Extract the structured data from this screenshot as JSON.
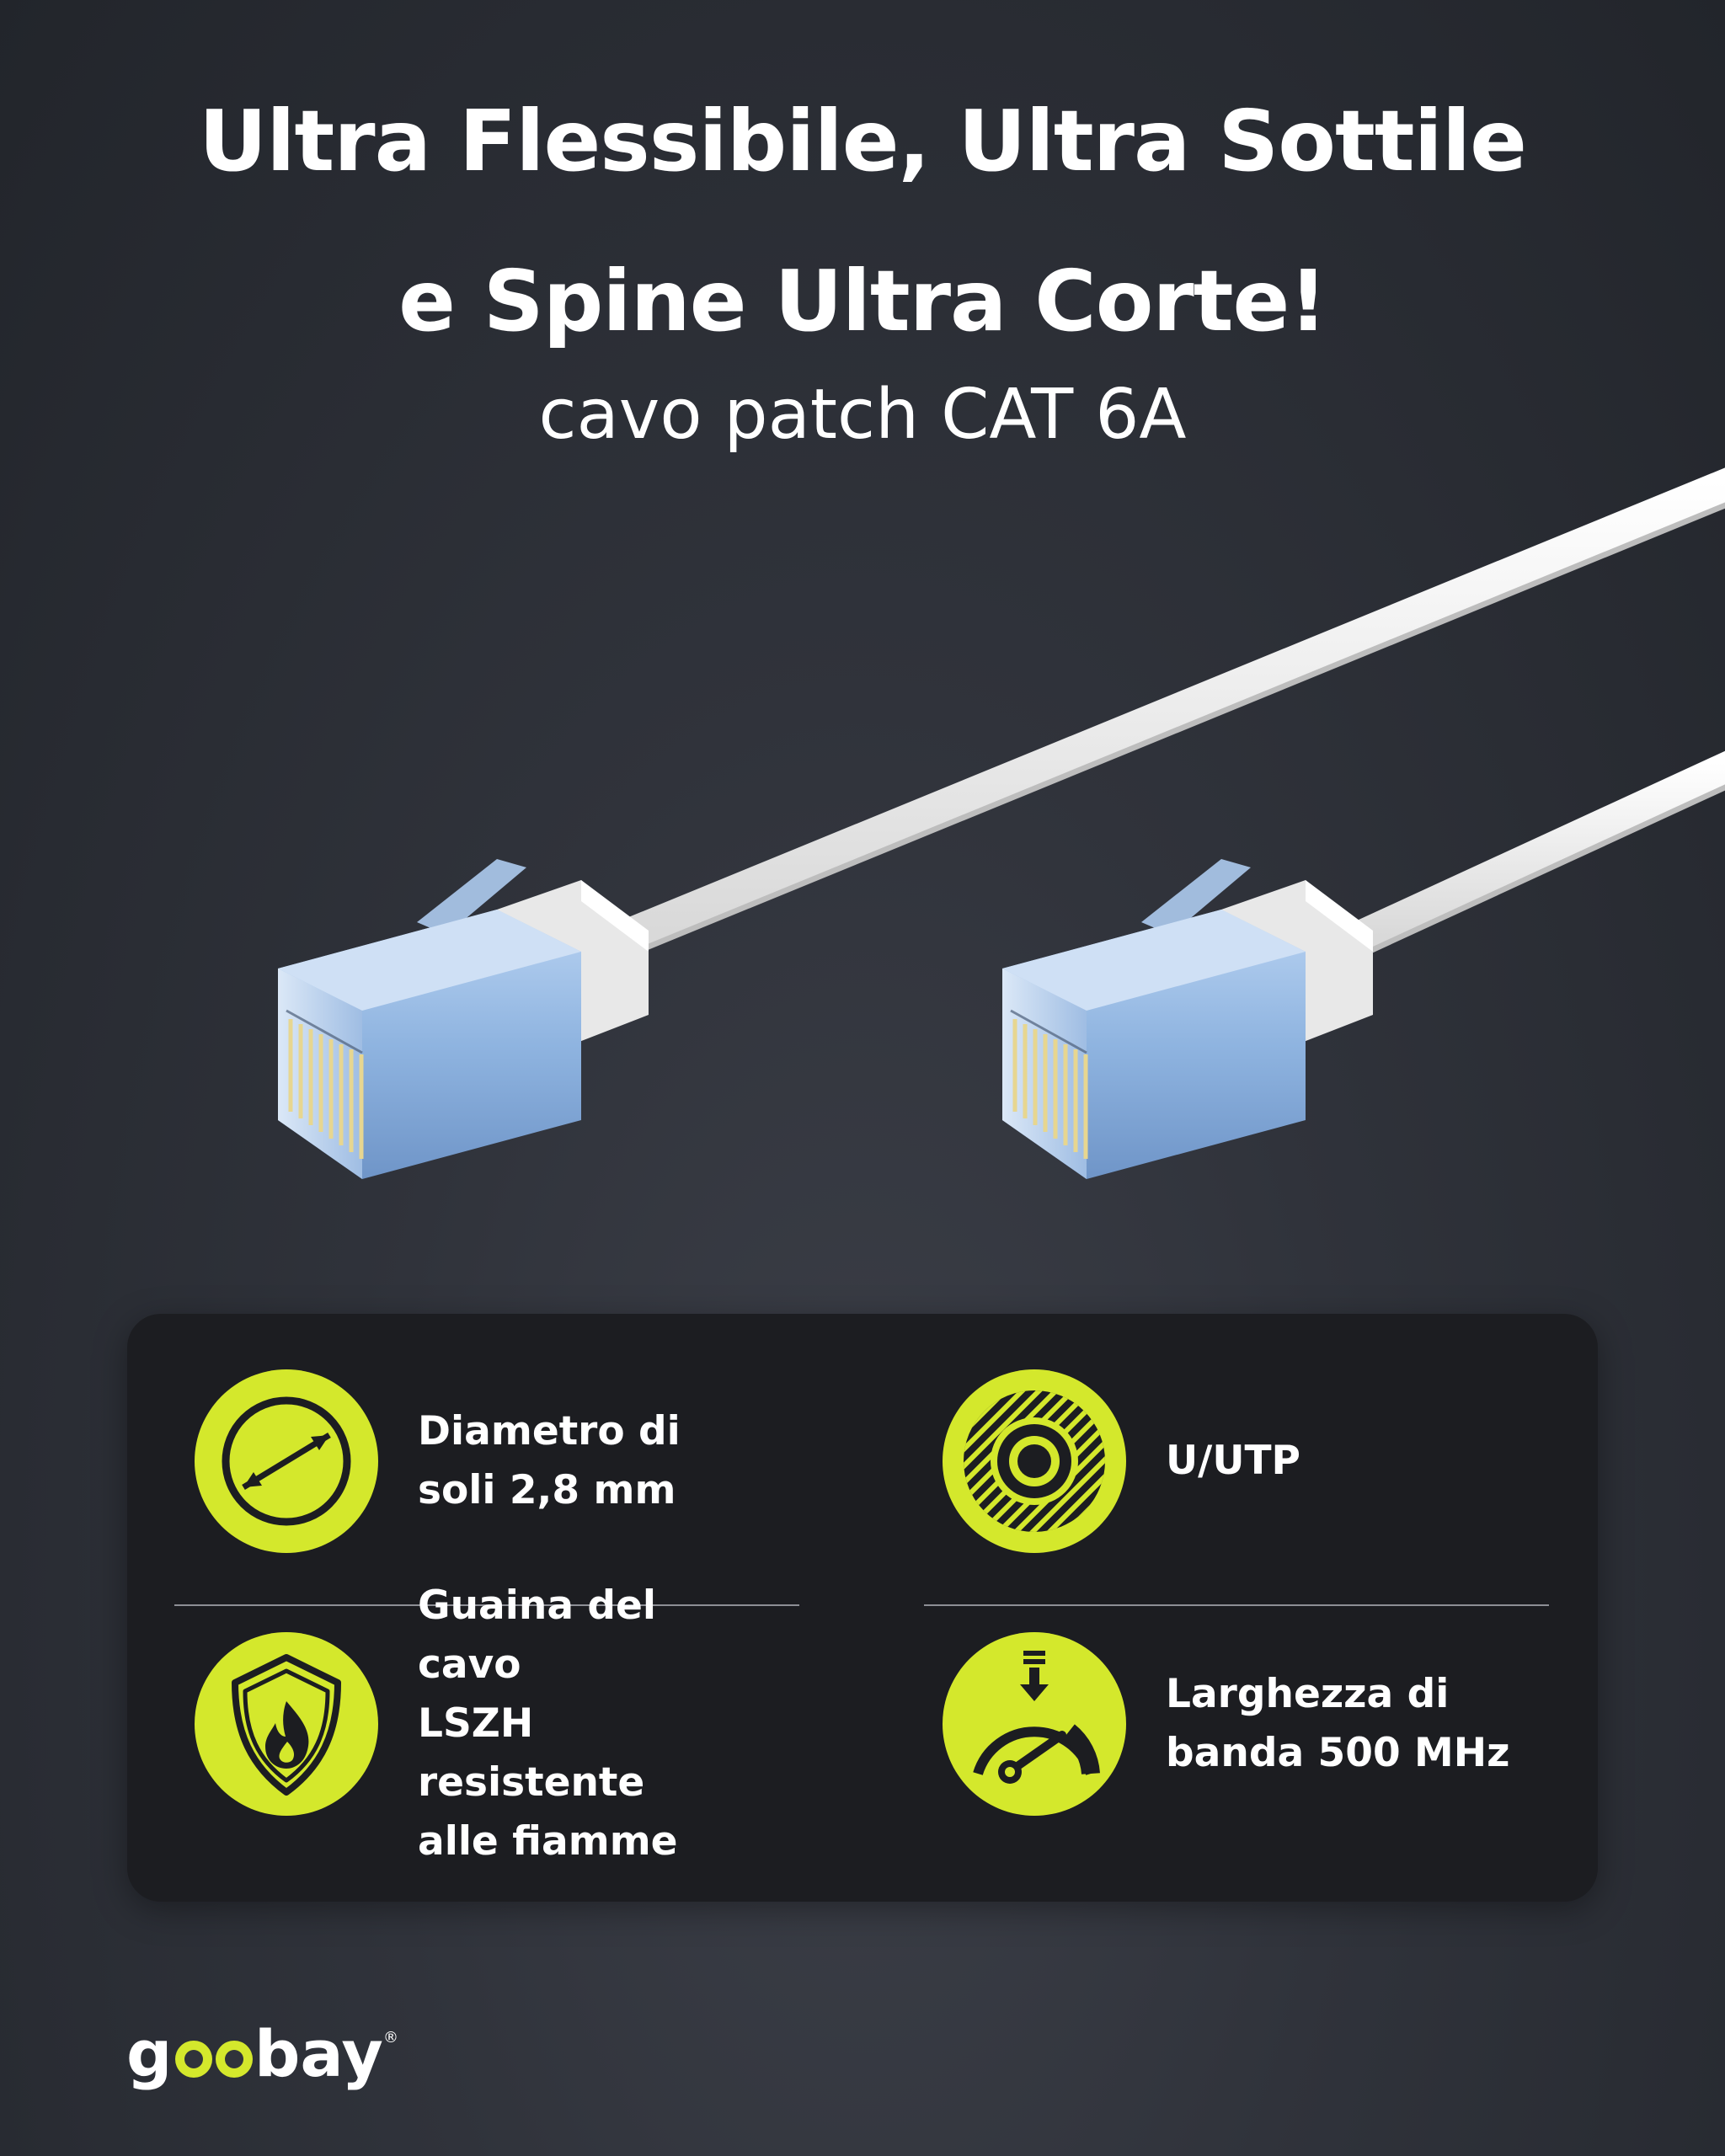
{
  "header": {
    "headline_line1": "Ultra Flessibile, Ultra Sottile",
    "headline_line2": "e Spine Ultra Corte!",
    "subtitle": "cavo patch CAT 6A"
  },
  "features": [
    {
      "label": "Diametro di\nsoli 2,8 mm",
      "icon": "diameter-arrow-icon"
    },
    {
      "label": "U/UTP",
      "icon": "cable-cross-section-icon"
    },
    {
      "label": "Guaina del cavo\nLSZH resistente\nalle fiamme",
      "icon": "flame-shield-icon"
    },
    {
      "label": "Larghezza di\nbanda 500 MHz",
      "icon": "speedometer-icon"
    }
  ],
  "brand": {
    "name": "goobay"
  },
  "colors": {
    "accent": "#d4e82c",
    "panel": "#1c1d21",
    "background": "#30333b",
    "cable": "#f2f2f2",
    "connector": "#8fb4e0"
  }
}
